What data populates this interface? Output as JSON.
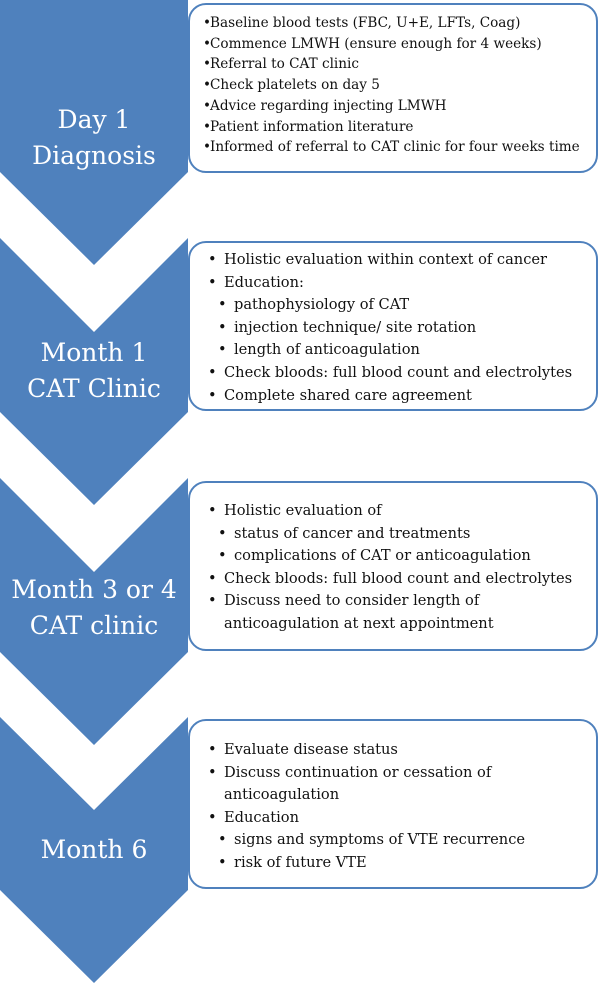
{
  "colors": {
    "chevron": "#4f81bd",
    "box_border": "#4f81bd",
    "label_text": "#ffffff"
  },
  "stages": [
    {
      "label": [
        "Day 1",
        "Diagnosis"
      ],
      "items": [
        "Baseline blood tests (FBC, U+E, LFTs, Coag)",
        "Commence LMWH (ensure enough for 4 weeks)",
        "Referral to CAT clinic",
        "Check platelets on day 5",
        "Advice regarding injecting LMWH",
        "Patient information literature",
        "Informed of referral to CAT clinic for four weeks time"
      ]
    },
    {
      "label": [
        "Month 1",
        "CAT Clinic"
      ],
      "items": [
        "Holistic evaluation within context of cancer",
        "Education:",
        "pathophysiology of CAT",
        "injection technique/ site rotation",
        "length of anticoagulation",
        "Check bloods: full blood count and electrolytes",
        "Complete shared care agreement"
      ]
    },
    {
      "label": [
        "Month 3 or 4",
        "CAT clinic"
      ],
      "items": [
        "Holistic evaluation of",
        "status of cancer and treatments",
        "complications of CAT or anticoagulation",
        "Check bloods: full blood count and electrolytes",
        "Discuss need to consider length of",
        "anticoagulation at next appointment"
      ]
    },
    {
      "label": [
        "Month 6"
      ],
      "items": [
        "Evaluate disease status",
        "Discuss continuation or cessation of",
        "anticoagulation",
        "Education",
        "signs and symptoms of VTE recurrence",
        "risk of future VTE"
      ]
    }
  ]
}
